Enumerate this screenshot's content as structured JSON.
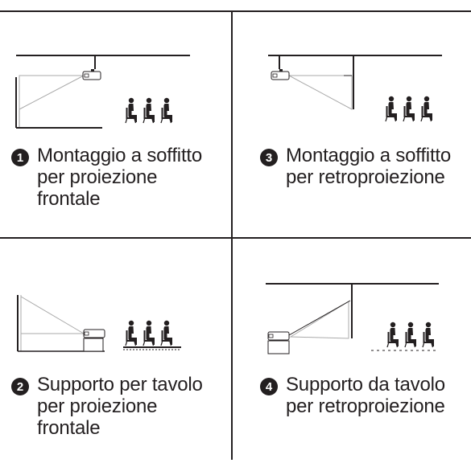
{
  "panels": [
    {
      "number": "1",
      "lines": [
        "Montaggio a soffitto",
        "per proiezione",
        "frontale"
      ]
    },
    {
      "number": "2",
      "lines": [
        "Supporto per tavolo",
        "per proiezione",
        "frontale"
      ]
    },
    {
      "number": "3",
      "lines": [
        "Montaggio a soffitto",
        "per retroproiezione"
      ]
    },
    {
      "number": "4",
      "lines": [
        "Supporto da tavolo",
        "per retroproiezione"
      ]
    }
  ]
}
